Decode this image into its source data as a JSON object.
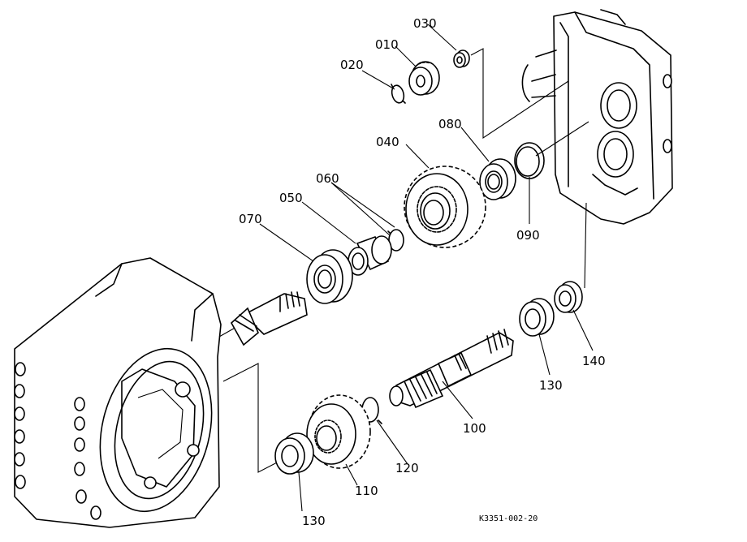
{
  "labels": {
    "p010": "010",
    "p020": "020",
    "p030": "030",
    "p040": "040",
    "p050": "050",
    "p060": "060",
    "p070": "070",
    "p080": "080",
    "p090": "090",
    "p100": "100",
    "p110": "110",
    "p120": "120",
    "p130a": "130",
    "p130b": "130",
    "p140": "140"
  },
  "reference": "K3351-002-20"
}
